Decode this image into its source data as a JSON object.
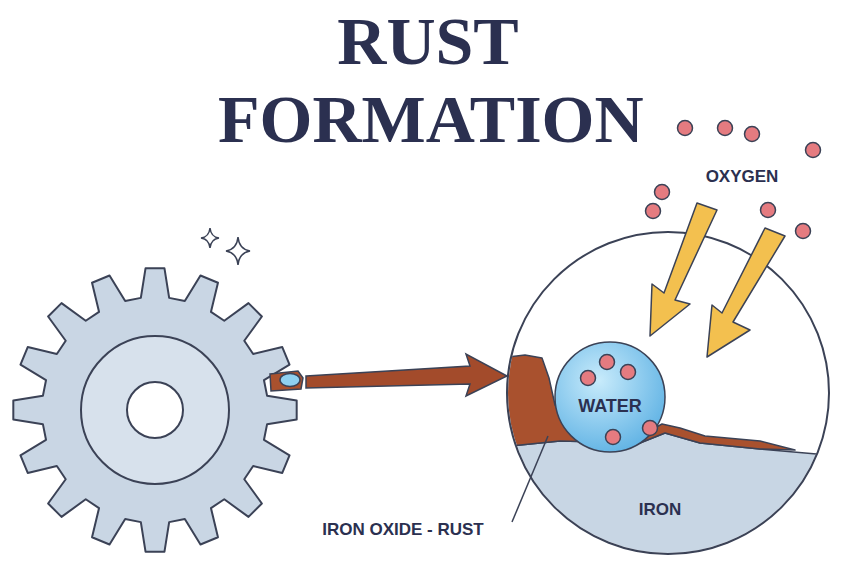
{
  "diagram": {
    "title": "RUST FORMATION",
    "nodes": [
      {
        "text": [
          "WATER"
        ]
      },
      {
        "text": [
          "IRON"
        ]
      }
    ],
    "labels": [
      "OXYGEN",
      "IRON OXIDE - RUST"
    ]
  }
}
